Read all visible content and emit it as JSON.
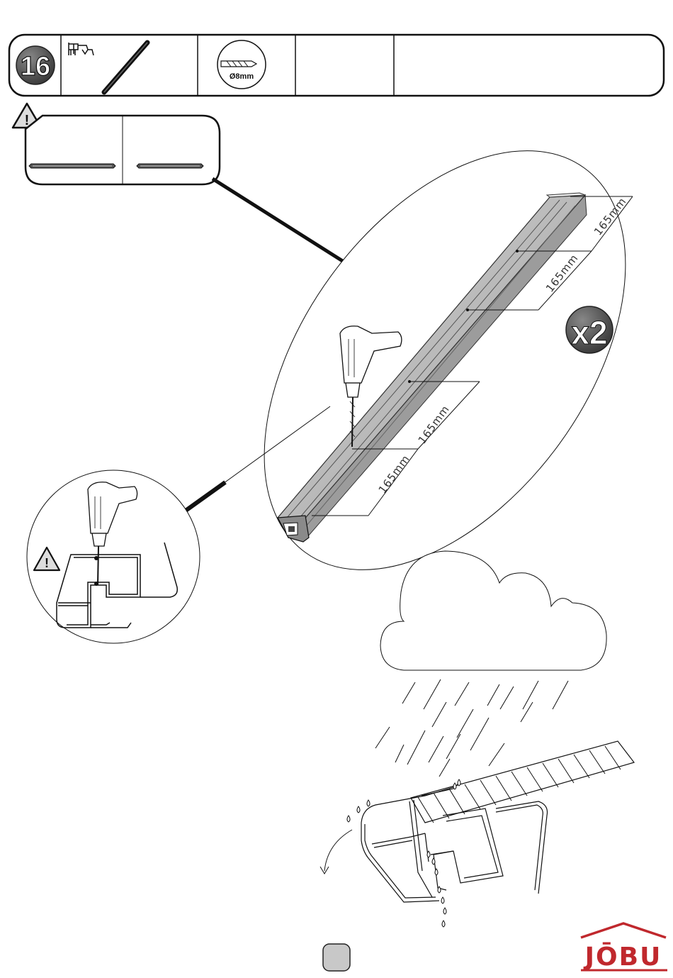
{
  "step": {
    "number": "16"
  },
  "drill": {
    "size": "Ø8mm"
  },
  "dimensions": {
    "upper_a": "165mm",
    "upper_b": "165mm",
    "lower_a": "165mm",
    "lower_b": "165mm"
  },
  "multiplier": "x2",
  "brand": {
    "name": "JŌBU",
    "color": "#c0282d"
  },
  "colors": {
    "profile_fill": "#b5b5b5",
    "step_circle": "#555555",
    "page_badge": "#c8c8c8"
  },
  "icons": [
    "warning-icon",
    "saw-icon",
    "drill-bit-icon",
    "drill-icon",
    "cloud-icon",
    "rain-icon"
  ]
}
